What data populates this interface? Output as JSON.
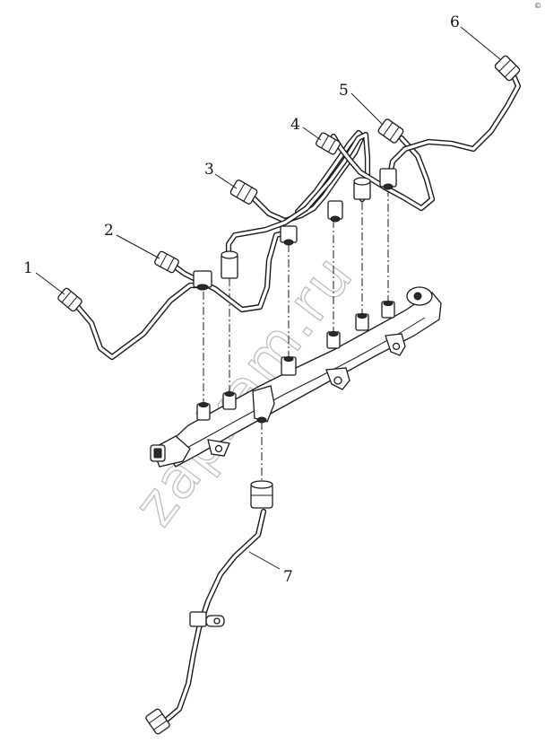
{
  "callouts": [
    "1",
    "2",
    "3",
    "4",
    "5",
    "6",
    "7"
  ],
  "watermark": "zapkam.ru",
  "corner_mark": "©"
}
